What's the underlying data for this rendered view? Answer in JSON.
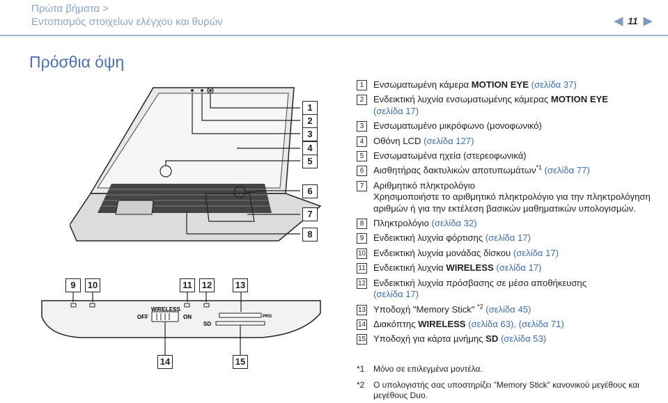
{
  "header": {
    "breadcrumb_line1": "Πρώτα βήματα >",
    "breadcrumb_line2": "Εντοπισμός στοιχείων ελέγχου και θυρών",
    "page_number": "11"
  },
  "section_title": "Πρόσθια όψη",
  "items": [
    {
      "n": "1",
      "text": "Ενσωματωμένη κάμερα ",
      "bold": "MOTION EYE",
      "ref": " (σελίδα 37)"
    },
    {
      "n": "2",
      "text": "Ενδεικτική λυχνία ενσωματωμένης κάμερας ",
      "bold": "MOTION EYE",
      "ref": "(σελίδα 17)"
    },
    {
      "n": "3",
      "text": "Ενσωματωμένο μικρόφωνο (μονοφωνικό)"
    },
    {
      "n": "4",
      "text": "Οθόνη LCD ",
      "ref": "(σελίδα 127)"
    },
    {
      "n": "5",
      "text": "Ενσωματωμένα ηχεία (στερεοφωνικά)"
    },
    {
      "n": "6",
      "text": "Αισθητήρας δακτυλικών αποτυπωμάτων",
      "sup": "*1",
      "ref": " (σελίδα 77)"
    },
    {
      "n": "7",
      "text": "Αριθμητικό πληκτρολόγιο",
      "desc": "Χρησιμοποιήστε το αριθμητικό πληκτρολόγιο για την πληκτρολόγηση αριθμών ή για την εκτέλεση βασικών μαθηματικών υπολογισμών."
    },
    {
      "n": "8",
      "text": "Πληκτρολόγιο ",
      "ref": "(σελίδα 32)"
    },
    {
      "n": "9",
      "text": "Ενδεικτική λυχνία φόρτισης ",
      "ref": "(σελίδα 17)"
    },
    {
      "n": "10",
      "text": "Ενδεικτική λυχνία μονάδας δίσκου ",
      "ref": "(σελίδα 17)"
    },
    {
      "n": "11",
      "text": "Ενδεικτική λυχνία ",
      "bold": "WIRELESS",
      "ref": " (σελίδα 17)"
    },
    {
      "n": "12",
      "text": "Ενδεικτική λυχνία πρόσβασης σε μέσο αποθήκευσης ",
      "ref": "(σελίδα 17)"
    },
    {
      "n": "13",
      "text": "Υποδοχή \"Memory Stick\" ",
      "sup": "*2",
      "ref": " (σελίδα 45)"
    },
    {
      "n": "14",
      "text": "Διακόπτης ",
      "bold": "WIRELESS",
      "ref": " (σελίδα 63), (σελίδα 71)"
    },
    {
      "n": "15",
      "text": "Υποδοχή για κάρτα μνήμης ",
      "bold": "SD",
      "ref": " (σελίδα 53)"
    }
  ],
  "footnotes": [
    {
      "mark": "*1",
      "text": "Μόνο σε επιλεγμένα μοντέλα."
    },
    {
      "mark": "*2",
      "text": "Ο υπολογιστής σας υποστηρίζει \"Memory Stick\" κανονικού μεγέθους και μεγέθους Duo."
    }
  ],
  "illustration": {
    "callouts_top": [
      "1",
      "2",
      "3",
      "4",
      "5",
      "6",
      "7",
      "8"
    ],
    "callouts_bottom_top": [
      "9",
      "10",
      "11",
      "12",
      "13"
    ],
    "callouts_bottom_bottom": [
      "14",
      "15"
    ],
    "panel_labels": {
      "wireless": "WIRELESS",
      "off": "OFF",
      "on": "ON",
      "sd": "SD",
      "pro": "PRO"
    }
  }
}
